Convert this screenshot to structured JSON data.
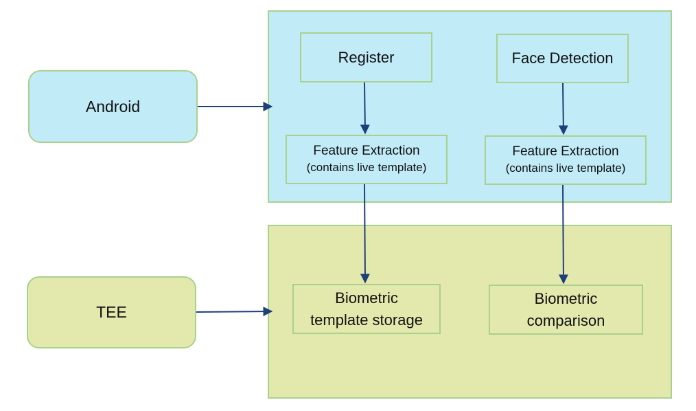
{
  "diagram": {
    "android_label": "Android",
    "tee_label": "TEE",
    "register": "Register",
    "face_detection": "Face Detection",
    "feature_extraction_left": {
      "line1": "Feature Extraction",
      "line2": "(contains live template)"
    },
    "feature_extraction_right": {
      "line1": "Feature Extraction",
      "line2": "(contains live template)"
    },
    "template_storage": {
      "line1": "Biometric",
      "line2": "template storage"
    },
    "comparison": {
      "line1": "Biometric",
      "line2": "comparison"
    },
    "colors": {
      "android_fill": "#c0ebf7",
      "tee_fill": "#e3e8ad",
      "border": "#a9d18e",
      "arrow": "#1f3f7a"
    }
  }
}
